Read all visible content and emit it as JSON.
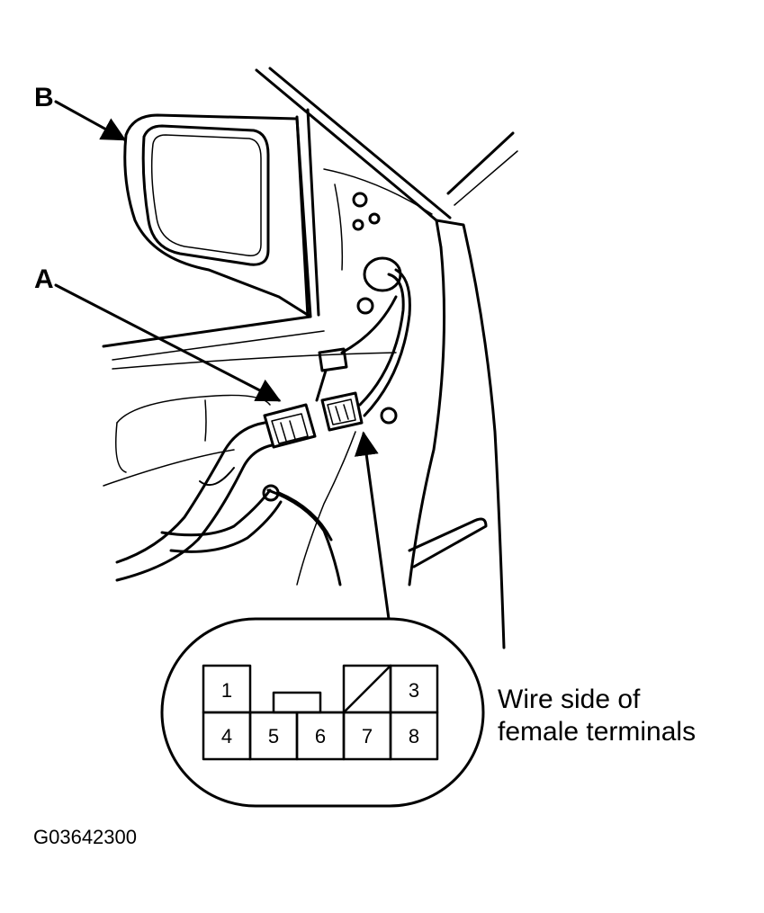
{
  "callouts": {
    "mirror": "B",
    "connector": "A"
  },
  "caption": {
    "line1": "Wire side of",
    "line2": "female terminals"
  },
  "figure_id": "G03642300",
  "terminals": {
    "t1": "1",
    "t3": "3",
    "t4": "4",
    "t5": "5",
    "t6": "6",
    "t7": "7",
    "t8": "8"
  },
  "icons": [
    "door-mirror-illustration",
    "connector-plug-icon",
    "leader-arrow-icon"
  ]
}
